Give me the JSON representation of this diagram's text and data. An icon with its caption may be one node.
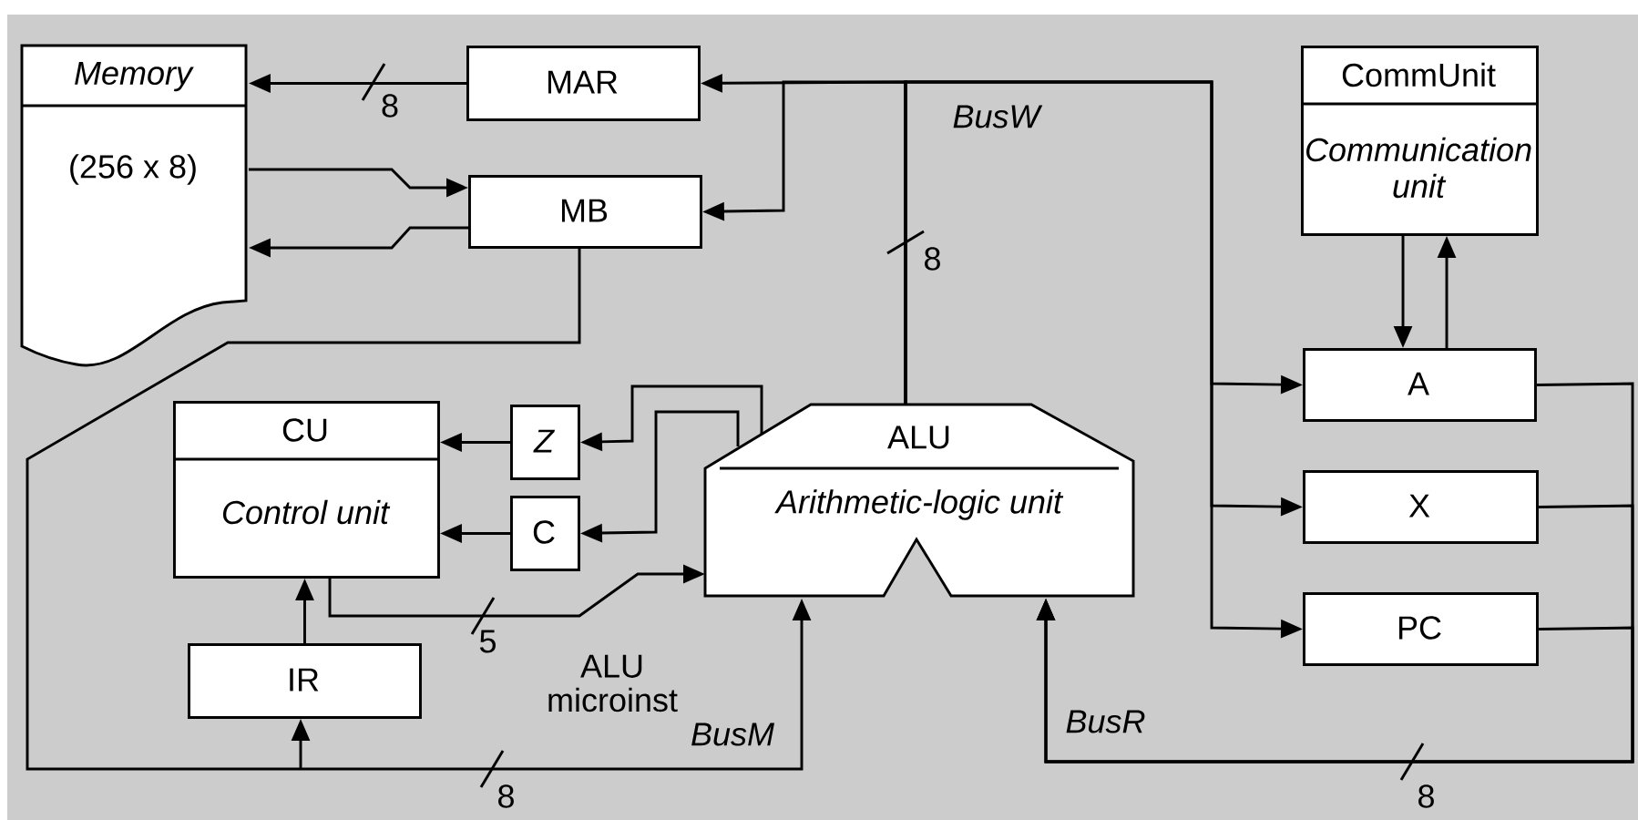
{
  "diagram": {
    "nodes": [
      {
        "text": [
          "Memory",
          "(256 x 8)"
        ]
      },
      {
        "text": [
          "MAR"
        ]
      },
      {
        "text": [
          "MB"
        ]
      },
      {
        "text": [
          "CommUnit",
          "Communication unit"
        ]
      },
      {
        "text": [
          "A"
        ]
      },
      {
        "text": [
          "X"
        ]
      },
      {
        "text": [
          "PC"
        ]
      },
      {
        "text": [
          "CU",
          "Control unit"
        ]
      },
      {
        "text": [
          "Z"
        ]
      },
      {
        "text": [
          "C"
        ]
      },
      {
        "text": [
          "ALU",
          "Arithmetic-logic unit"
        ]
      },
      {
        "text": [
          "IR"
        ]
      }
    ],
    "edges": [
      {
        "from": 1,
        "to": 0,
        "arrow": "to",
        "label": "8"
      },
      {
        "from": 0,
        "to": 2,
        "arrow": "to"
      },
      {
        "from": 2,
        "to": 0,
        "arrow": "to"
      },
      {
        "from": 10,
        "to": 1,
        "arrow": "to"
      },
      {
        "from": 10,
        "to": 2,
        "arrow": "to"
      },
      {
        "from": 10,
        "to": 4,
        "arrow": "to"
      },
      {
        "from": 10,
        "to": 5,
        "arrow": "to"
      },
      {
        "from": 10,
        "to": 6,
        "arrow": "to"
      },
      {
        "from": 3,
        "to": 4,
        "arrow": "to"
      },
      {
        "from": 4,
        "to": 3,
        "arrow": "to"
      },
      {
        "from": 8,
        "to": 7,
        "arrow": "to"
      },
      {
        "from": 9,
        "to": 7,
        "arrow": "to"
      },
      {
        "from": 10,
        "to": 8,
        "arrow": "to"
      },
      {
        "from": 10,
        "to": 9,
        "arrow": "to"
      },
      {
        "from": 7,
        "to": 10,
        "arrow": "to",
        "label": "ALU microinst"
      },
      {
        "from": 11,
        "to": 7,
        "arrow": "to"
      },
      {
        "from": 2,
        "to": 10,
        "arrow": "to"
      },
      {
        "from": 2,
        "to": 11,
        "arrow": "to"
      },
      {
        "from": 4,
        "to": 10,
        "arrow": "to"
      },
      {
        "from": 5,
        "to": 10,
        "arrow": "to"
      },
      {
        "from": 6,
        "to": 10,
        "arrow": "to"
      }
    ],
    "labels": [
      "BusW",
      "8",
      "5",
      "BusM",
      "8",
      "BusR",
      "8"
    ]
  }
}
